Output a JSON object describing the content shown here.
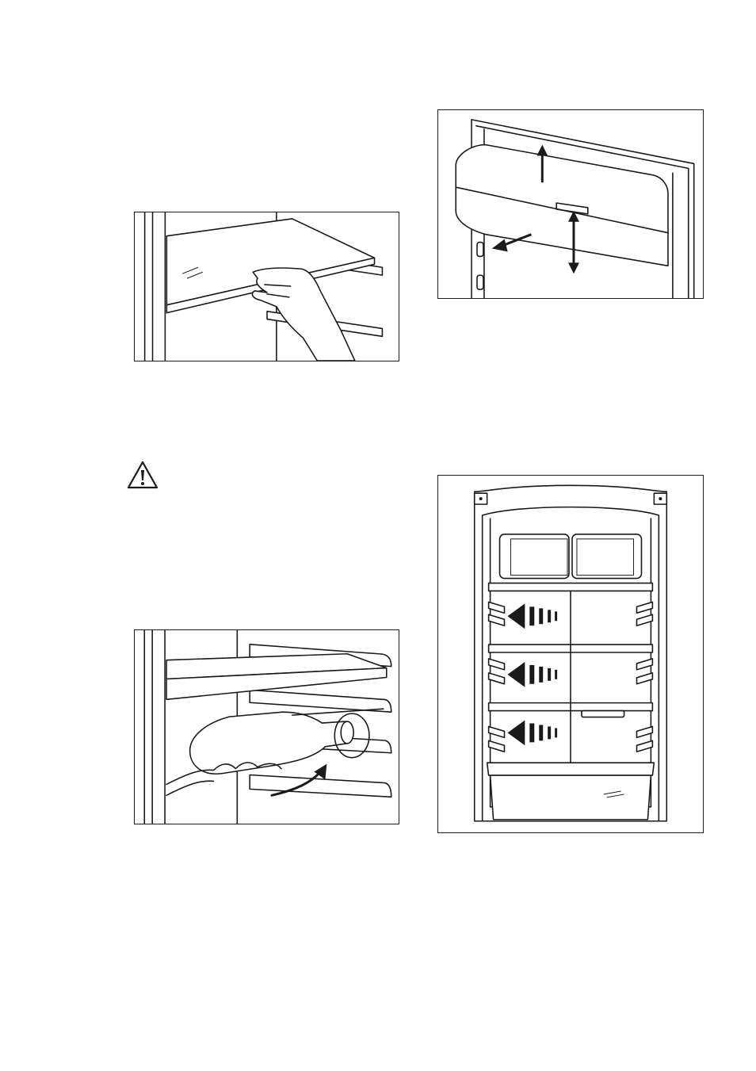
{
  "figures": [
    {
      "id": "shelf",
      "icon": "glass-shelf-removal-illustration"
    },
    {
      "id": "door-bin",
      "icon": "door-bin-removal-illustration"
    },
    {
      "id": "bottle",
      "icon": "bottle-rack-illustration"
    },
    {
      "id": "airflow",
      "icon": "fridge-airflow-illustration"
    }
  ],
  "warning": {
    "icon": "warning-triangle-icon",
    "color": "#1a1a1a"
  }
}
